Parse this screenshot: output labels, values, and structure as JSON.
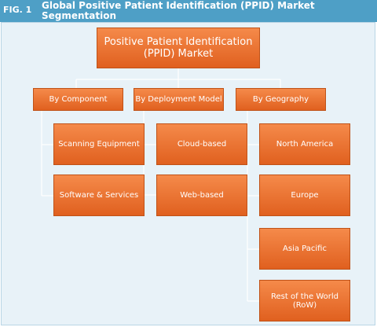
{
  "figure": {
    "label": "FIG. 1",
    "title": "Global Positive Patient Identification (PPID) Market Segmentation"
  },
  "root": {
    "label": "Positive Patient Identification (PPID) Market"
  },
  "categories": [
    {
      "label": "By Component",
      "items": [
        "Scanning Equipment",
        "Software & Services"
      ]
    },
    {
      "label": "By Deployment Model",
      "items": [
        "Cloud-based",
        "Web-based"
      ]
    },
    {
      "label": "By Geography",
      "items": [
        "North America",
        "Europe",
        "Asia Pacific",
        "Rest of the World (RoW)"
      ]
    }
  ],
  "colors": {
    "header": "#4e9fc6",
    "box": "#e86e2c",
    "background": "#e8f2f8",
    "connector": "#ffffff"
  }
}
